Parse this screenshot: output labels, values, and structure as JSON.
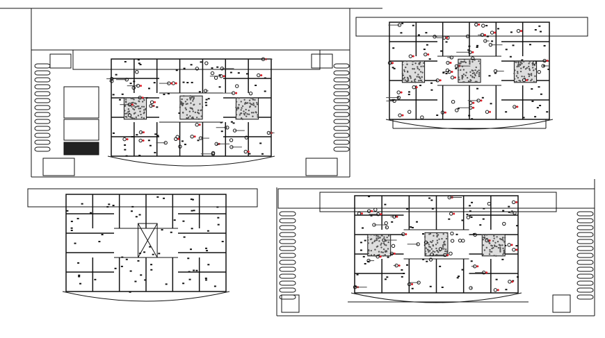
{
  "drawing": {
    "colors": {
      "background": "#ffffff",
      "line": "#111111",
      "fixture_red": "#e0202a",
      "hatch_gray": "#555555",
      "accent_teal": "#1a8f8f"
    },
    "plans": [
      {
        "id": "plan-top-left",
        "type": "floor-plan-with-legend"
      },
      {
        "id": "plan-top-right",
        "type": "electrical-layout"
      },
      {
        "id": "plan-bottom-left",
        "type": "floor-plan"
      },
      {
        "id": "plan-bottom-right",
        "type": "electrical-layout"
      }
    ]
  }
}
